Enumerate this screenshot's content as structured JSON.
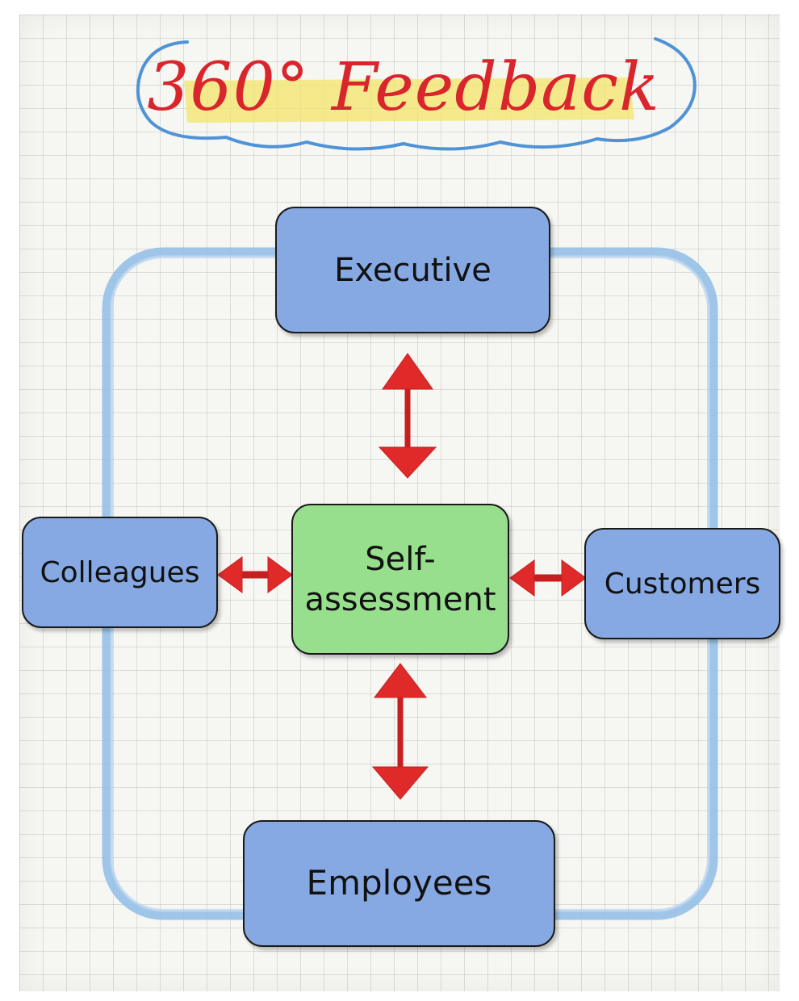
{
  "title": "360° Feedback",
  "nodes": {
    "executive": "Executive",
    "self_assessment": "Self-assessment",
    "colleagues": "Colleagues",
    "customers": "Customers",
    "employees": "Employees"
  },
  "colors": {
    "node_blue": "#87a9e3",
    "node_green": "#97df8c",
    "arrow_red": "#e02a2a",
    "loop_blue": "#8fbde6",
    "title_red": "#d8262c",
    "highlight_yellow": "#f3e56a"
  }
}
